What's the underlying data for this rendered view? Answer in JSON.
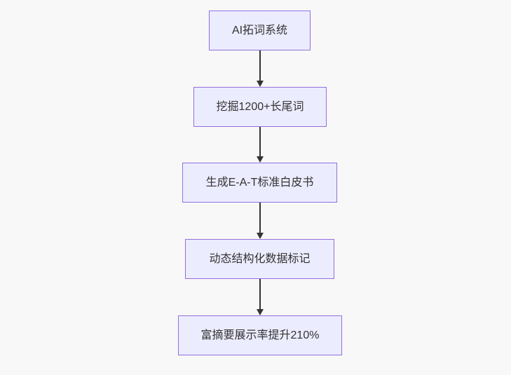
{
  "flowchart": {
    "type": "vertical-flowchart",
    "direction": "top-down",
    "colors": {
      "background": "#f8f8f8",
      "node_fill": "#ECECFF",
      "node_border": "#9370DB",
      "node_text": "#333333",
      "arrow": "#333333"
    },
    "nodes": [
      {
        "id": "node-1",
        "label": "AI拓词系统"
      },
      {
        "id": "node-2",
        "label": "挖掘1200+长尾词"
      },
      {
        "id": "node-3",
        "label": "生成E-A-T标准白皮书"
      },
      {
        "id": "node-4",
        "label": "动态结构化数据标记"
      },
      {
        "id": "node-5",
        "label": "富摘要展示率提升210%"
      }
    ],
    "edges": [
      {
        "from": "node-1",
        "to": "node-2"
      },
      {
        "from": "node-2",
        "to": "node-3"
      },
      {
        "from": "node-3",
        "to": "node-4"
      },
      {
        "from": "node-4",
        "to": "node-5"
      }
    ]
  }
}
